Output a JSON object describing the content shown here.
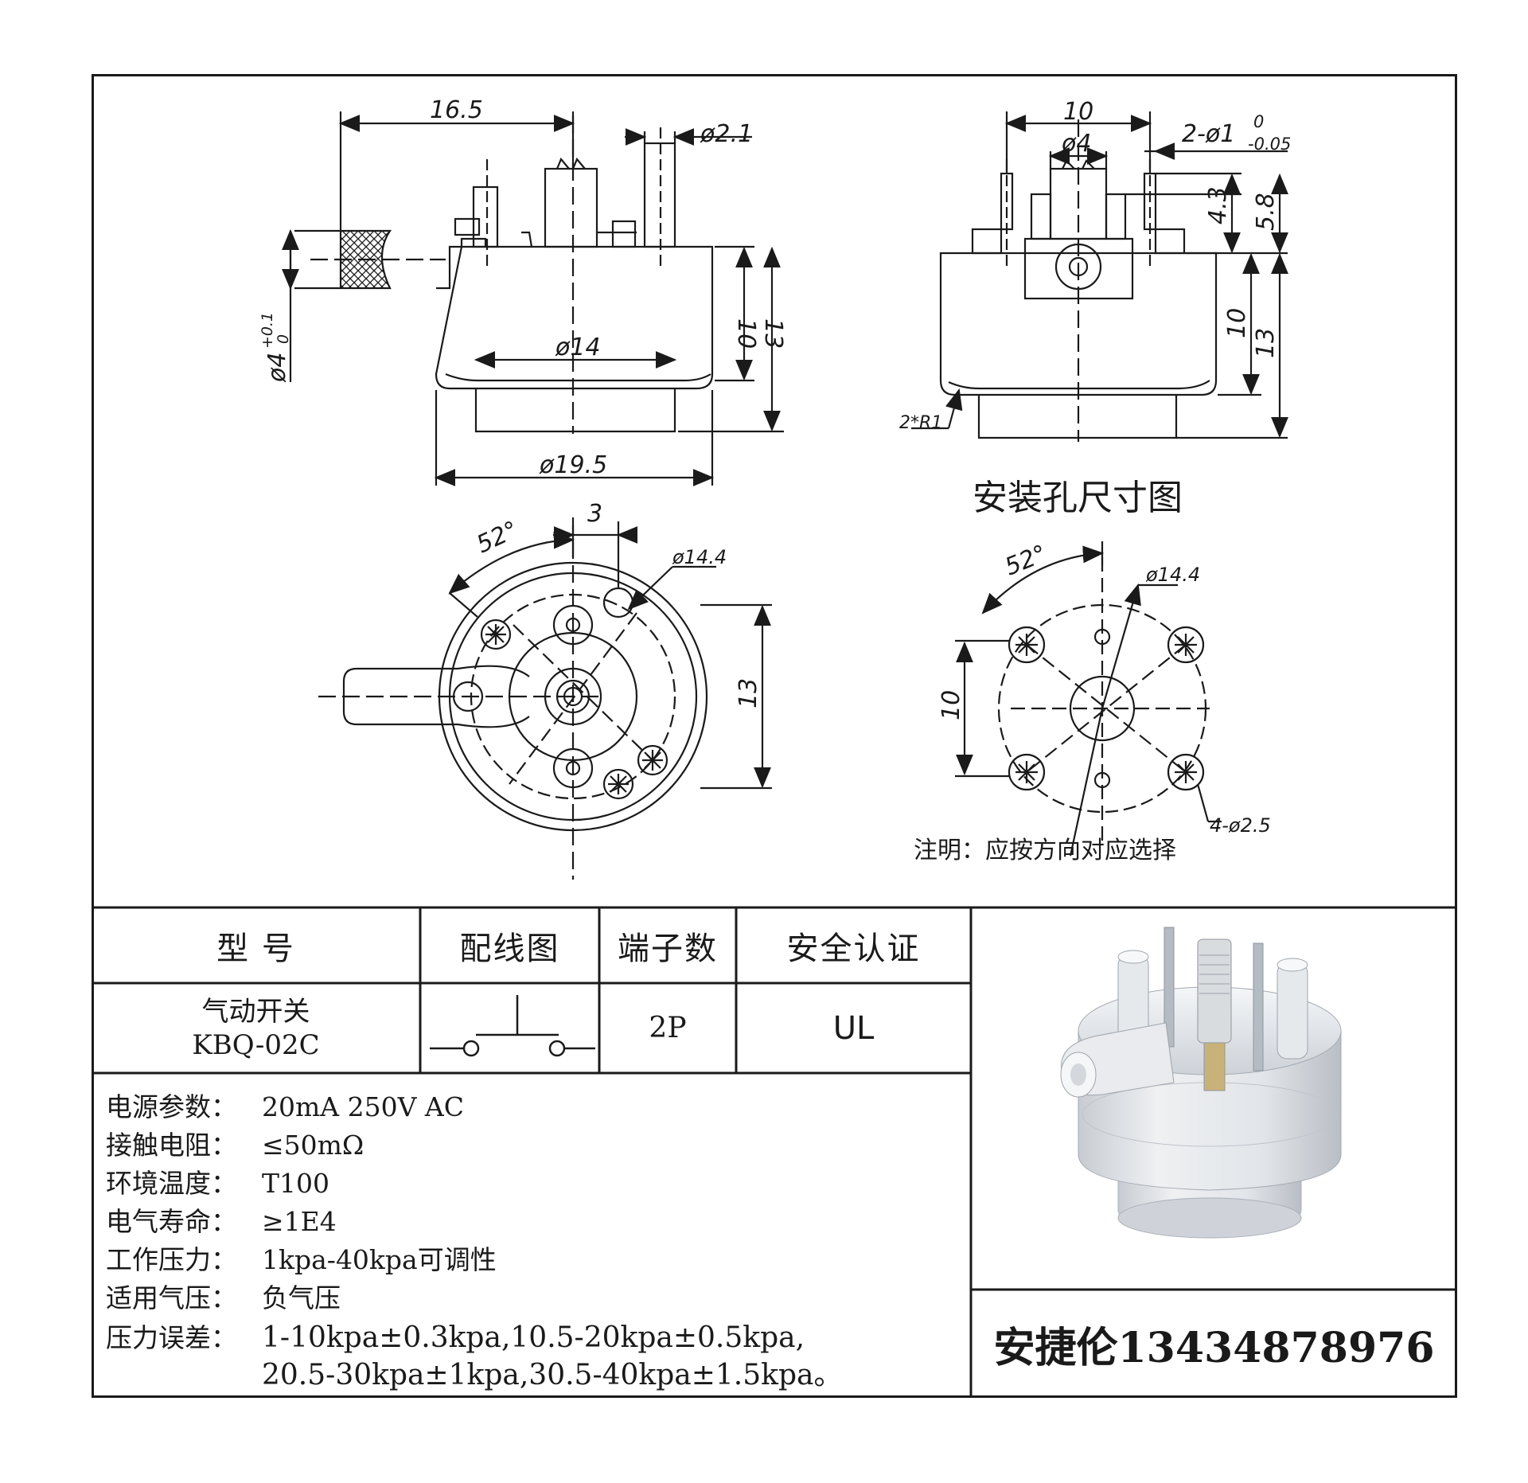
{
  "drawing": {
    "side_view": {
      "dim_top": "16.5",
      "dim_pin": "ø2.1",
      "dim_tube": "ø4",
      "dim_tube_tol_upper": "+0.1",
      "dim_tube_tol_lower": "0",
      "dim_inner": "ø14",
      "dim_outer": "ø19.5",
      "dim_h1": "10",
      "dim_h2": "13"
    },
    "front_view": {
      "dim_top": "10",
      "dim_center": "ø4",
      "dim_pins": "2-ø1",
      "dim_pins_tol_upper": "0",
      "dim_pins_tol_lower": "-0.05",
      "dim_a": "4.3",
      "dim_b": "5.8",
      "dim_h1": "10",
      "dim_h2": "13",
      "dim_radius": "2*R1"
    },
    "bottom_view": {
      "angle": "52°",
      "dim_offset": "3",
      "dim_circle": "ø14.4",
      "dim_h": "13"
    },
    "mount_view": {
      "title": "安装孔尺寸图",
      "angle": "52°",
      "dim_circle": "ø14.4",
      "dim_h": "10",
      "dim_holes": "4-ø2.5",
      "note": "注明：应按方向对应选择"
    }
  },
  "table": {
    "headers": [
      "型  号",
      "配线图",
      "端子数",
      "安全认证"
    ],
    "model_name": "气动开关",
    "model_code": "KBQ-02C",
    "terminals": "2P",
    "certification": "UL"
  },
  "specs": [
    {
      "label": "电源参数：",
      "value": "20mA 250V AC"
    },
    {
      "label": "接触电阻：",
      "value": "≤50mΩ"
    },
    {
      "label": "环境温度：",
      "value": "T100"
    },
    {
      "label": "电气寿命：",
      "value": "≥1E4"
    },
    {
      "label": "工作压力：",
      "value": "1kpa-40kpa可调性"
    },
    {
      "label": "适用气压：",
      "value": "负气压"
    },
    {
      "label": "压力误差：",
      "value": "1-10kpa±0.3kpa,10.5-20kpa±0.5kpa,"
    },
    {
      "label": "",
      "value": "20.5-30kpa±1kpa,30.5-40kpa±1.5kpa。"
    }
  ],
  "contact": "安捷伦13434878976"
}
